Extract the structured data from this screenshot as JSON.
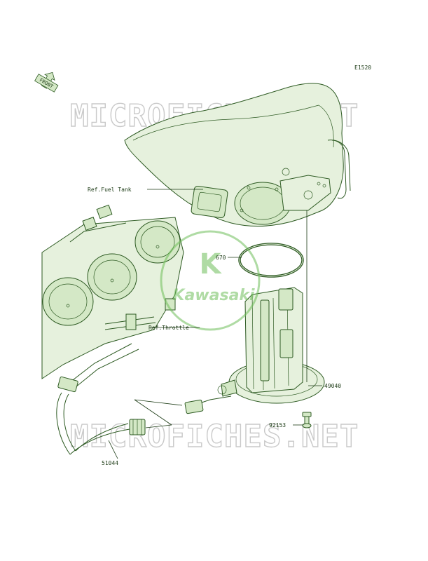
{
  "diagram_code": "E1520",
  "front_label": "FRONT",
  "watermark_text": "MICROFICHES.NET",
  "logo_text": "Kawasaki",
  "logo_letter": "K",
  "refs": {
    "fuel_tank": "Ref.Fuel Tank",
    "throttle": "Ref.Throttle"
  },
  "parts": {
    "gasket": "670",
    "fuel_pump": "49040",
    "bolt": "92153",
    "hose": "51044"
  },
  "colors": {
    "line": "#2d5a22",
    "fill": "#e6f1dd",
    "watermark": "#c9c9c9",
    "logo": "#6fbf5a"
  }
}
